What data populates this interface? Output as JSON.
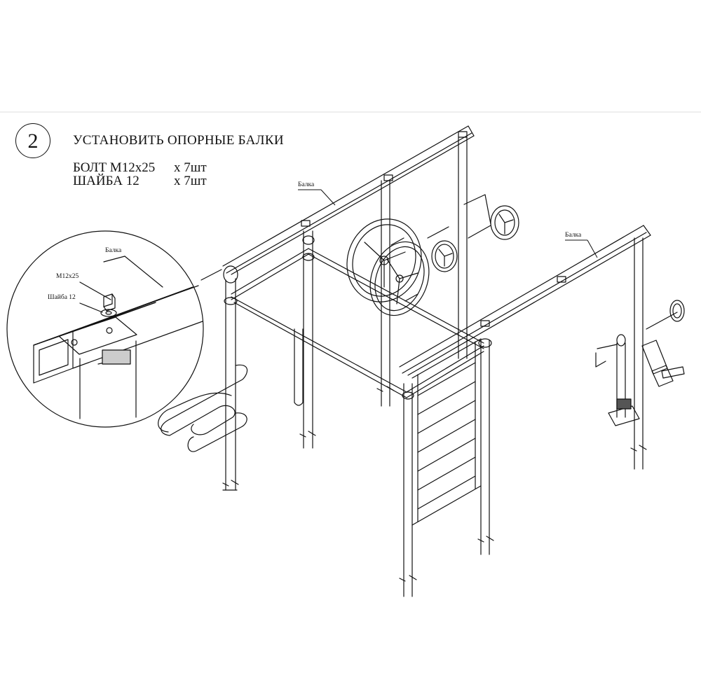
{
  "step": {
    "number": "2",
    "title": "УСТАНОВИТЬ ОПОРНЫЕ БАЛКИ"
  },
  "hardware": [
    {
      "name": "БОЛТ М12х25",
      "qty": "х 7шт"
    },
    {
      "name": "ШАЙБА 12",
      "qty": "х 7шт"
    }
  ],
  "labels": {
    "beam_main_1": "Балка",
    "beam_main_2": "Балка",
    "detail_beam": "Балка",
    "detail_bolt": "М12х25",
    "detail_washer": "Шайба 12"
  },
  "colors": {
    "line": "#111111",
    "rule": "#dddddd"
  }
}
